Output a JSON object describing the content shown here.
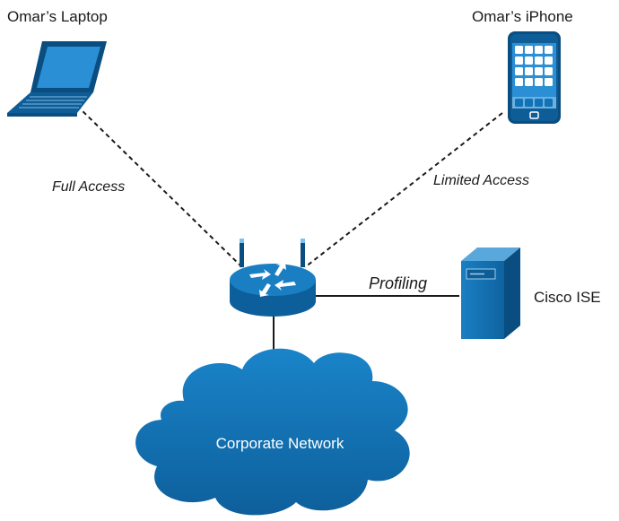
{
  "nodes": {
    "laptop": {
      "label": "Omar’s Laptop",
      "icon": "laptop-icon"
    },
    "iphone": {
      "label": "Omar’s iPhone",
      "icon": "smartphone-icon"
    },
    "router": {
      "icon": "wireless-router-icon"
    },
    "ise": {
      "label": "Cisco ISE",
      "icon": "server-icon"
    },
    "network": {
      "label": "Corporate Network",
      "icon": "cloud-icon"
    }
  },
  "links": {
    "laptop_router": {
      "label": "Full Access",
      "style": "dashed"
    },
    "iphone_router": {
      "label": "Limited Access",
      "style": "dashed"
    },
    "router_ise": {
      "label": "Profiling",
      "style": "solid"
    },
    "router_network": {
      "label": "",
      "style": "solid"
    }
  },
  "colors": {
    "device_blue": "#1172b6",
    "device_dark": "#0a4d80",
    "screen": "#2a8fd4",
    "line": "#1a1a1a"
  }
}
